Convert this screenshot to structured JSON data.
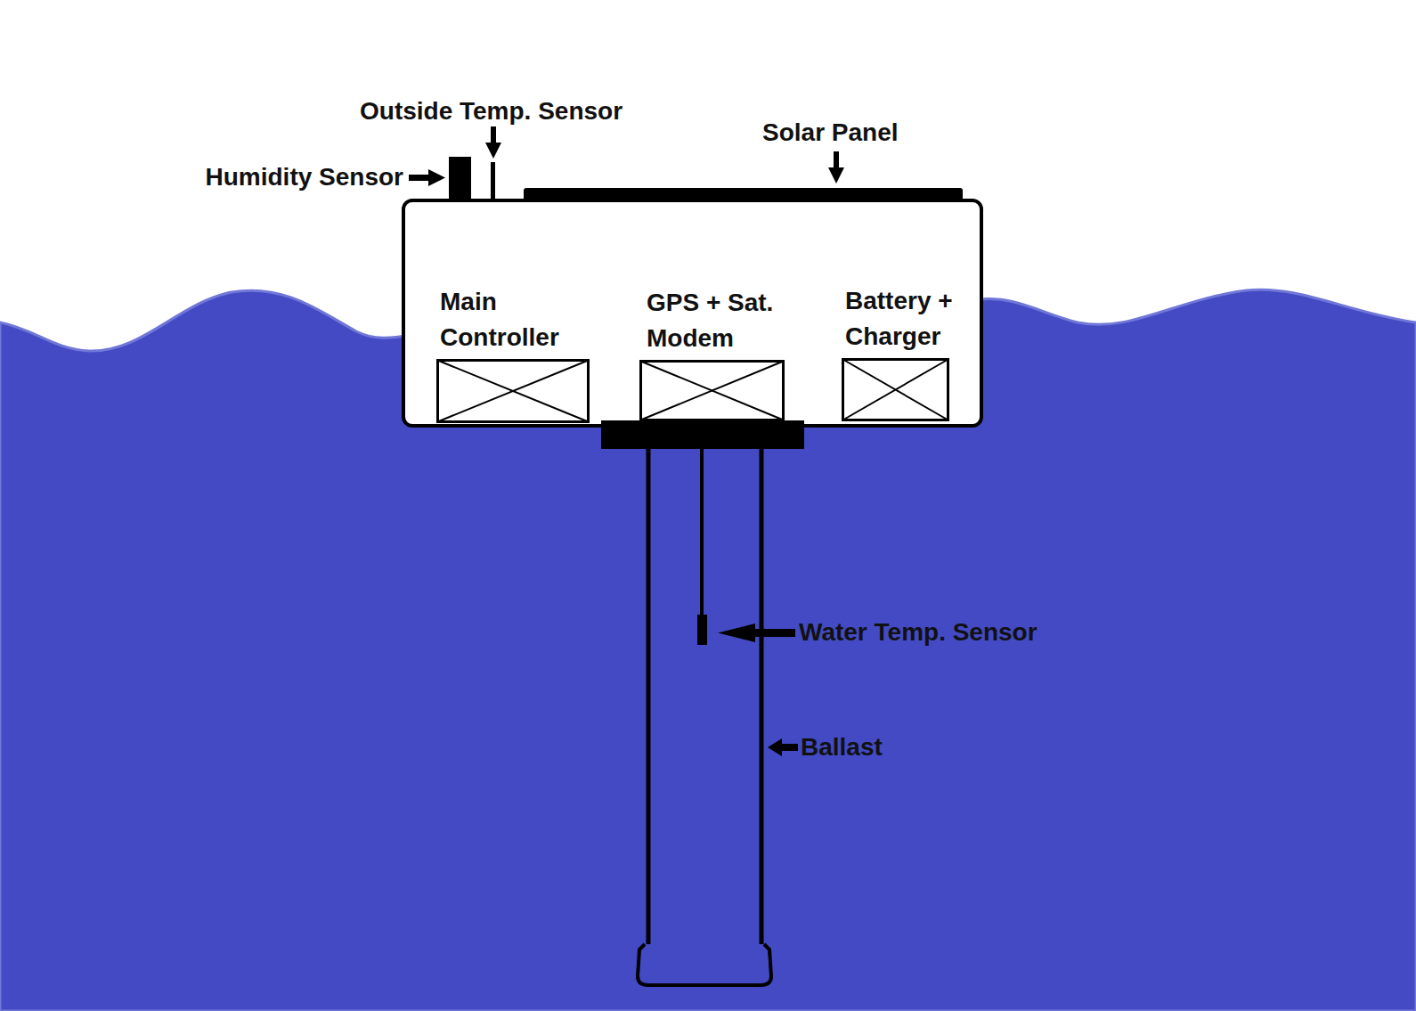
{
  "diagram": {
    "nodes": [
      {
        "text": [
          "Main Controller"
        ]
      },
      {
        "text": [
          "GPS + Sat. Modem"
        ]
      },
      {
        "text": [
          "Battery + Charger"
        ]
      }
    ],
    "labels": [
      "Outside Temp. Sensor",
      "Solar Panel",
      "Humidity Sensor",
      "Water Temp. Sensor",
      "Ballast"
    ]
  }
}
